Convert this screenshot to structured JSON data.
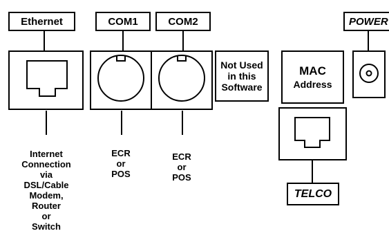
{
  "labels": {
    "ethernet": "Ethernet",
    "com1": "COM1",
    "com2": "COM2",
    "power": "POWER",
    "telco": "TELCO"
  },
  "boxes": {
    "not_used": [
      "Not Used",
      "in this",
      "Software"
    ],
    "mac_title": "MAC",
    "mac_sub": "Address"
  },
  "captions": {
    "ethernet": [
      "Internet",
      "Connection",
      "via",
      "DSL/Cable",
      "Modem,",
      "Router",
      "or",
      "Switch"
    ],
    "com1": [
      "ECR",
      "or",
      "POS"
    ],
    "com2": [
      "ECR",
      "or",
      "POS"
    ]
  }
}
